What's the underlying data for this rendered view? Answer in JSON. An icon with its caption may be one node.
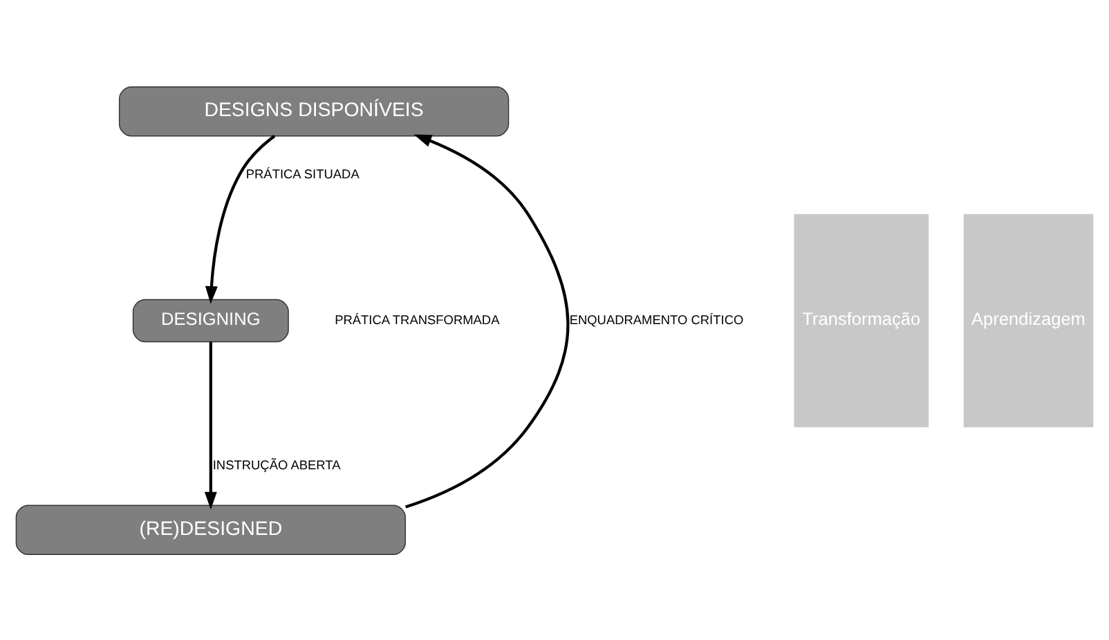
{
  "diagram": {
    "nodes": [
      {
        "text": [
          "DESIGNS DISPONÍVEIS"
        ]
      },
      {
        "text": [
          "DESIGNING"
        ]
      },
      {
        "text": [
          "(RE)DESIGNED"
        ]
      },
      {
        "text": [
          "Transformação"
        ]
      },
      {
        "text": [
          "Aprendizagem"
        ]
      }
    ],
    "edges": [
      {
        "from": 0,
        "to": 1,
        "arrow": "to",
        "label": "PRÁTICA SITUADA"
      },
      {
        "from": 1,
        "to": 2,
        "arrow": "to",
        "label": "INSTRUÇÃO ABERTA"
      },
      {
        "from": 2,
        "to": 0,
        "arrow": "to",
        "label": "ENQUADRAMENTO CRÍTICO"
      }
    ],
    "labels": [
      "PRÁTICA TRANSFORMADA"
    ]
  }
}
